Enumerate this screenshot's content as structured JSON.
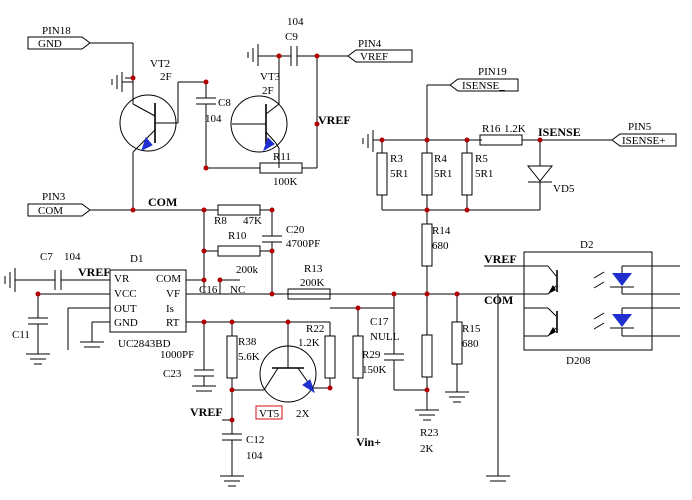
{
  "pins": {
    "pin18": {
      "num": "PIN18",
      "name": "GND"
    },
    "pin4": {
      "num": "PIN4",
      "name": "VREF"
    },
    "pin19": {
      "num": "PIN19",
      "name": "ISENSE_"
    },
    "pin5": {
      "num": "PIN5",
      "name": "ISENSE+"
    },
    "pin3": {
      "num": "PIN3",
      "name": "COM"
    }
  },
  "nets": {
    "vref_top": "VREF",
    "com_mid": "COM",
    "isense": "ISENSE",
    "vref_ic": "VREF",
    "vref_d2": "VREF",
    "com_d2": "COM",
    "vref_bottom": "VREF",
    "vin": "Vin+",
    "nc": "NC"
  },
  "components": {
    "vt2": {
      "ref": "VT2",
      "value": "2F"
    },
    "vt3": {
      "ref": "VT3",
      "value": "2F"
    },
    "vt5": {
      "ref": "VT5",
      "value": "2X"
    },
    "c9": {
      "ref": "C9",
      "value": "104"
    },
    "c8": {
      "ref": "C8",
      "value": "104"
    },
    "r11": {
      "ref": "R11",
      "value": "100K"
    },
    "r16": {
      "ref": "R16",
      "value": "1.2K"
    },
    "r3": {
      "ref": "R3",
      "value": "5R1"
    },
    "r4": {
      "ref": "R4",
      "value": "5R1"
    },
    "r5": {
      "ref": "R5",
      "value": "5R1"
    },
    "vd5": {
      "ref": "VD5"
    },
    "r8": {
      "ref": "R8",
      "value": "47K"
    },
    "c20": {
      "ref": "C20",
      "value": "4700PF"
    },
    "r10": {
      "ref": "R10",
      "value": "200k"
    },
    "r14": {
      "ref": "R14",
      "value": "680"
    },
    "c7": {
      "ref": "C7",
      "value": "104"
    },
    "d1": {
      "ref": "D1",
      "part": "UC2843BD"
    },
    "r13": {
      "ref": "R13",
      "value": "200K"
    },
    "c16": {
      "ref": "C16"
    },
    "c11": {
      "ref": "C11"
    },
    "c23": {
      "ref": "C23",
      "value": "1000PF"
    },
    "r38": {
      "ref": "R38",
      "value": "5.6K"
    },
    "r22": {
      "ref": "R22",
      "value": "1.2K"
    },
    "c17": {
      "ref": "C17",
      "value": "NULL"
    },
    "r29": {
      "ref": "R29",
      "value": "150K"
    },
    "r15": {
      "ref": "R15",
      "value": "680"
    },
    "r23": {
      "ref": "R23",
      "value": "2K"
    },
    "c12": {
      "ref": "C12",
      "value": "104"
    },
    "d2": {
      "ref": "D2",
      "part": "D208"
    }
  },
  "ic_pins": {
    "vr": "VR",
    "vcc": "VCC",
    "out": "OUT",
    "gnd": "GND",
    "com": "COM",
    "vf": "VF",
    "is": "Is",
    "rt": "RT"
  },
  "colors": {
    "wire": "#000000",
    "junction": "#b00000",
    "arrow": "#1f2fd0",
    "highlight_box": "#d01010"
  }
}
